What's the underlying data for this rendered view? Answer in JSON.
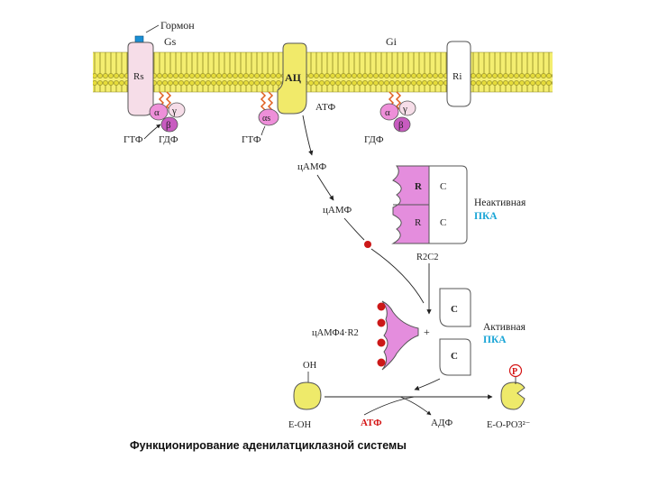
{
  "labels": {
    "hormone": "Гормон",
    "gs": "Gs",
    "gi": "Gi",
    "rs": "Rs",
    "ri": "Ri",
    "ac": "АЦ",
    "atp_top": "АТФ",
    "gtp_left": "ГТФ",
    "gdp_left": "ГДФ",
    "gtp_mid": "ГТФ",
    "gdp_right": "ГДФ",
    "alpha": "α",
    "beta": "β",
    "gamma": "γ",
    "alpha_s": "αs",
    "camp_1": "цАМФ",
    "camp_2": "цАМФ",
    "reg_r": "R",
    "cat_c": "C",
    "inactive": "Неактивная",
    "pka_1": "ПКА",
    "r2c2": "R2C2",
    "camp4_r2": "цАМФ4·R2",
    "plus": "+",
    "active": "Активная",
    "pka_2": "ПКА",
    "oh": "OH",
    "e_oh": "E-OH",
    "atp_bottom": "АТФ",
    "adp": "АДФ",
    "e_o_po3": "E-O-PO3²⁻",
    "p": "P"
  },
  "caption": "Функционирование аденилатциклазной системы",
  "colors": {
    "membrane": "#f1e84a",
    "receptor_pink": "#f6dde8",
    "g_protein_pink": "#ee8fd9",
    "g_protein_violet": "#c85bc0",
    "ac_yellow": "#f1ea6a",
    "camp_dot": "#cc1818",
    "pka_label": "#1aa5d6",
    "atp_red": "#d41414",
    "substrate_yellow": "#eeea6a"
  }
}
